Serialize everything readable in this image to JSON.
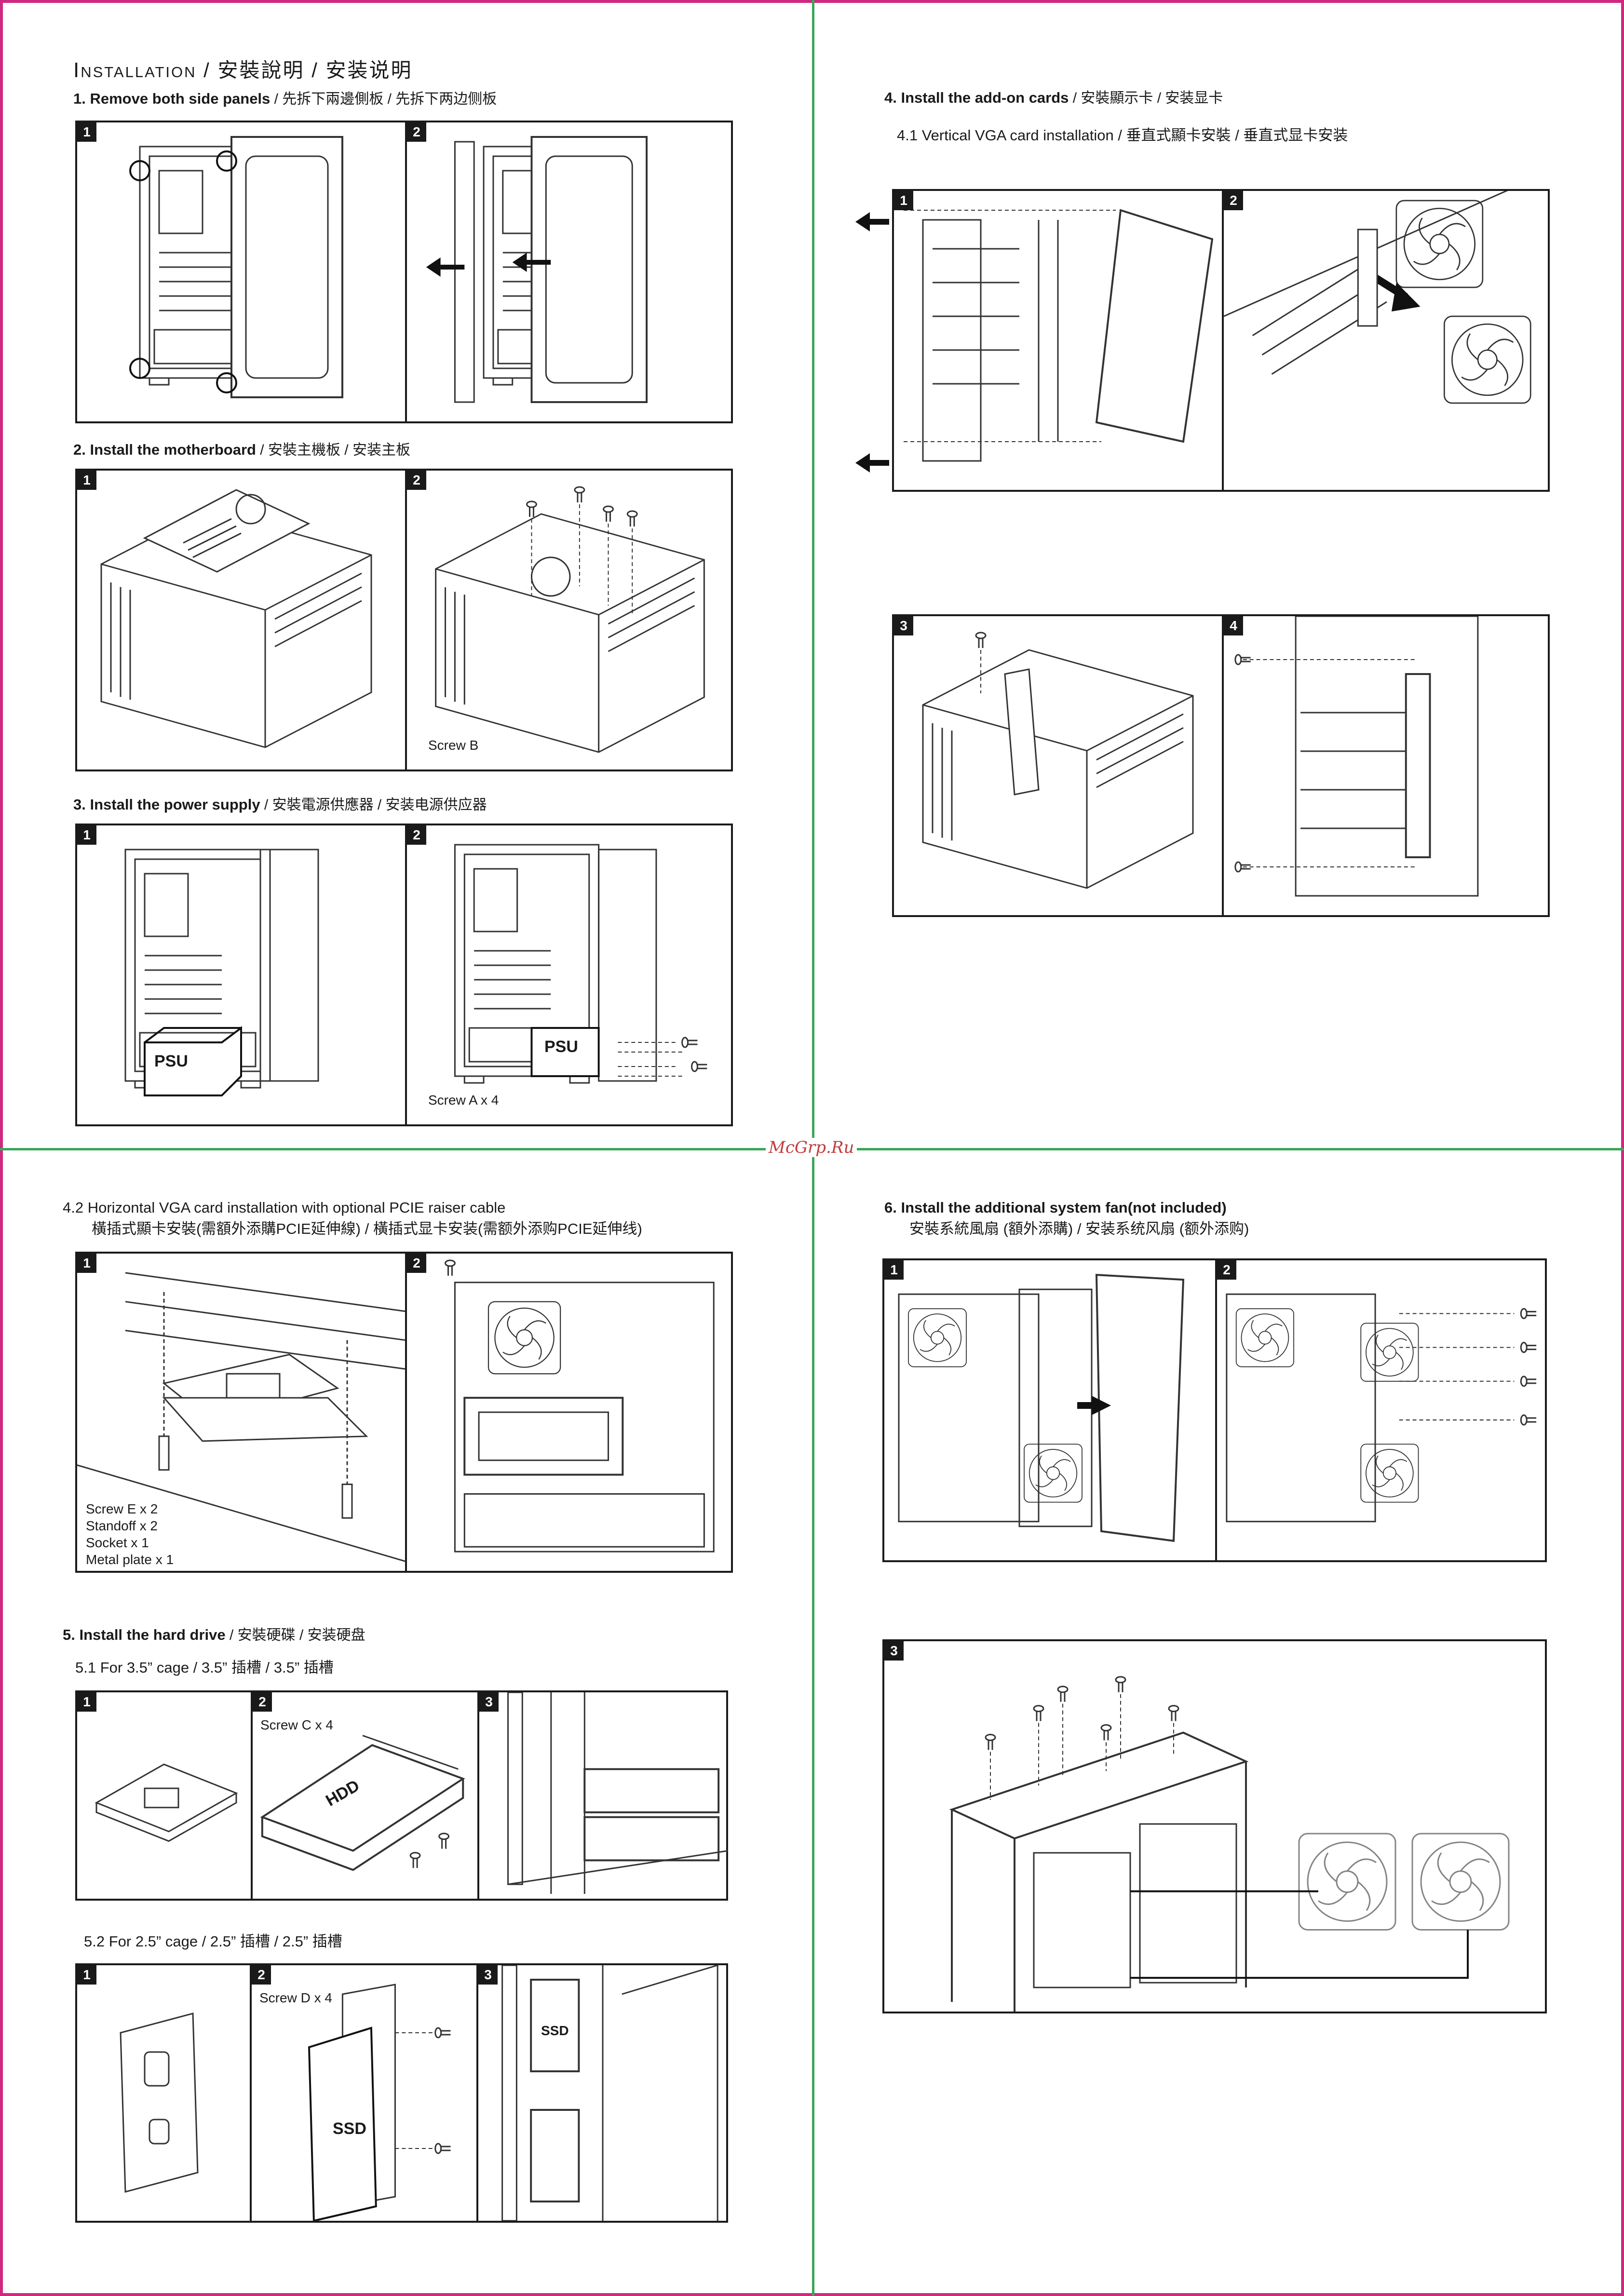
{
  "page_title": {
    "en": "Installation",
    "rest": " / 安裝說明 / 安装说明"
  },
  "watermark": "McGrp.Ru",
  "steps": {
    "s1": {
      "label": "1. Remove both side panels",
      "cn": " / 先拆下兩邊側板 / 先拆下两边侧板"
    },
    "s2": {
      "label": "2. Install the motherboard",
      "cn": " / 安裝主機板 / 安装主板",
      "screw": "Screw B"
    },
    "s3": {
      "label": "3. Install the power supply",
      "cn": " / 安裝電源供應器 / 安装电源供应器",
      "psu": "PSU",
      "screw": "Screw A x 4"
    },
    "s4": {
      "label": "4. Install the add-on cards",
      "cn": " / 安裝顯示卡 / 安装显卡",
      "sub1": "4.1 Vertical VGA card installation / 垂直式顯卡安裝 / 垂直式显卡安装"
    },
    "s42": {
      "line1": "4.2 Horizontal VGA card installation with optional PCIE raiser cable",
      "line2": "橫插式顯卡安裝(需額外添購PCIE延伸線) / 橫插式显卡安装(需额外添购PCIE延伸线)",
      "parts": [
        "Screw E x 2",
        "Standoff x 2",
        "Socket x 1",
        "Metal plate x 1"
      ]
    },
    "s5": {
      "label": "5. Install the hard drive",
      "cn": " / 安裝硬碟 / 安装硬盘",
      "sub1": "5.1 For 3.5” cage /  3.5” 插槽 /  3.5” 插槽",
      "screw_c": "Screw C x 4",
      "hdd": "HDD",
      "sub2": "5.2 For 2.5” cage / 2.5” 插槽 /  2.5” 插槽",
      "screw_d": "Screw D x 4",
      "ssd": "SSD"
    },
    "s6": {
      "label": "6.  Install the additional system fan(not included)",
      "cn": "安裝系統風扇 (額外添購)  / 安装系统风扇 (额外添购)"
    }
  },
  "panel_numbers": [
    "1",
    "2",
    "3",
    "4"
  ]
}
